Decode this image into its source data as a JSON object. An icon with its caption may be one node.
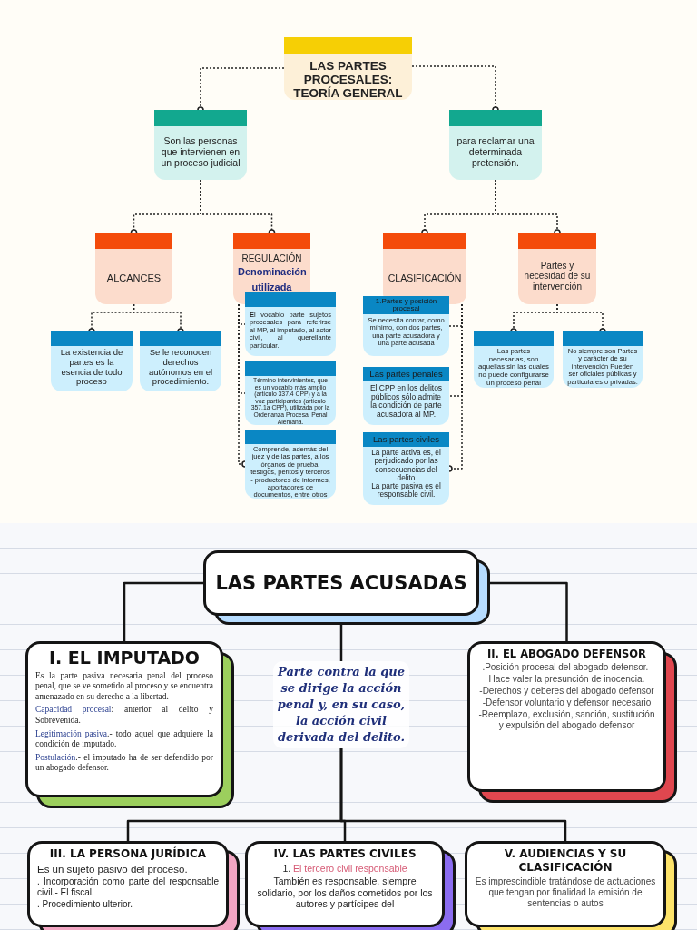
{
  "diagram": {
    "nodes": [
      {
        "text": [
          "LAS PARTES PROCESALES: TEORÍA GENERAL"
        ]
      },
      {
        "text": [
          "Son las personas que intervienen en un proceso judicial"
        ]
      },
      {
        "text": [
          "para reclamar una determinada pretensión."
        ]
      },
      {
        "text": [
          "ALCANCES"
        ]
      },
      {
        "text": [
          "REGULACIÓN",
          "Denominación utilizada"
        ]
      },
      {
        "text": [
          "CLASIFICACIÓN"
        ]
      },
      {
        "text": [
          "Partes y necesidad de su intervención"
        ]
      },
      {
        "text": [
          "La existencia de partes es la esencia de todo proceso"
        ]
      },
      {
        "text": [
          "Se le reconocen derechos autónomos en el procedimiento."
        ]
      },
      {
        "text": [
          "**E**l vocablo parte sujetos procesales para referirse al MP, al imputado, al actor civil, al querellante particular."
        ]
      },
      {
        "text": [
          "Término intervinientes, que es un vocablo más amplio (artículo 337.4 CPP) y a la voz participantes (artículo 357.1a CPP), utilizada por la Ordenanza Procesal Penal Alemana."
        ]
      },
      {
        "text": [
          "Comprende, además del juez y de las partes, a los órganos de prueba: testigos, peritos y terceros - productores de informes, aportadores de documentos, entre otros"
        ]
      },
      {
        "text": [
          "1.Partes y posición procesal",
          "Se necesita contar, como mínimo, con dos partes, una parte acusadora y una parte acusada"
        ]
      },
      {
        "text": [
          "Las partes penales",
          "El CPP en los delitos públicos sólo admite la condición de parte acusadora al MP."
        ]
      },
      {
        "text": [
          "Las partes civiles",
          "La parte activa es, el perjudicado por las consecuencias del delito",
          "La parte pasiva es el responsable civil."
        ]
      },
      {
        "text": [
          "Las partes necesarias, son aquellas sin las cuales no puede configurarse un proceso penal"
        ]
      },
      {
        "text": [
          "No siempre son Partes y carácter de su intervención Pueden ser oficiales públicas y particulares o privadas."
        ]
      },
      {
        "text": [
          "LAS PARTES ACUSADAS"
        ]
      },
      {
        "text": [
          "I. EL IMPUTADO",
          "Es la parte pasiva necesaria penal del proceso penal, que se ve sometido al proceso y se encuentra amenazado en su derecho a la libertad.",
          "**Capacidad procesal**: anterior al delito y Sobrevenida.",
          "**Legitimación pasiva**.- todo aquel que adquiere la condición de imputado.",
          "**Postulación**.- el imputado ha de ser defendido por un abogado defensor."
        ]
      },
      {
        "text": [
          "Parte contra la que se dirige la acción penal y, en su caso, la acción civil derivada del delito."
        ]
      },
      {
        "text": [
          "II. EL ABOGADO DEFENSOR",
          ".Posición procesal del abogado defensor.- Hace valer la presunción de inocencia.",
          "-Derechos y deberes del abogado defensor",
          "-Defensor voluntario y defensor necesario",
          "-Reemplazo, exclusión, sanción, sustitución y expulsión del abogado defensor"
        ]
      },
      {
        "text": [
          "III. LA PERSONA JURÍDICA",
          "Es un sujeto pasivo del proceso.",
          ". Incorporación como parte del responsable civil.- El fiscal.",
          ". Procedimiento ulterior."
        ]
      },
      {
        "text": [
          "IV. LAS PARTES CIVILES",
          "1. *El tercero civil responsable*",
          "También es responsable, siempre solidario, por los daños cometidos por los autores y partícipes del"
        ]
      },
      {
        "text": [
          "V. AUDIENCIAS Y SU CLASIFICACIÓN",
          "Es imprescindible tratándose de actuaciones que tengan por finalidad la emisión de sentencias o autos"
        ]
      }
    ],
    "edges": [
      {
        "from": 0,
        "to": 1,
        "arrow": "other",
        "style": "dashed"
      },
      {
        "from": 0,
        "to": 2,
        "arrow": "other",
        "style": "dashed"
      },
      {
        "from": 1,
        "to": 3,
        "arrow": "other",
        "style": "dashed"
      },
      {
        "from": 1,
        "to": 4,
        "arrow": "other",
        "style": "dashed"
      },
      {
        "from": 2,
        "to": 5,
        "arrow": "other",
        "style": "dashed"
      },
      {
        "from": 2,
        "to": 6,
        "arrow": "other",
        "style": "dashed"
      },
      {
        "from": 3,
        "to": 7,
        "arrow": "other",
        "style": "dashed"
      },
      {
        "from": 3,
        "to": 8,
        "arrow": "other",
        "style": "dashed"
      },
      {
        "from": 4,
        "to": 9,
        "arrow": "none",
        "style": "dashed"
      },
      {
        "from": 4,
        "to": 10,
        "arrow": "none",
        "style": "dashed"
      },
      {
        "from": 4,
        "to": 11,
        "arrow": "other",
        "style": "dashed"
      },
      {
        "from": 5,
        "to": 12,
        "arrow": "none",
        "style": "dashed"
      },
      {
        "from": 5,
        "to": 13,
        "arrow": "none",
        "style": "dashed"
      },
      {
        "from": 5,
        "to": 14,
        "arrow": "other",
        "style": "dashed"
      },
      {
        "from": 6,
        "to": 15,
        "arrow": "other",
        "style": "dashed"
      },
      {
        "from": 6,
        "to": 16,
        "arrow": "other",
        "style": "dashed"
      },
      {
        "from": 17,
        "to": 18,
        "arrow": "none"
      },
      {
        "from": 17,
        "to": 20,
        "arrow": "none"
      },
      {
        "from": 17,
        "to": 19,
        "arrow": "none"
      },
      {
        "from": 19,
        "to": 21,
        "arrow": "none"
      },
      {
        "from": 19,
        "to": 22,
        "arrow": "none"
      },
      {
        "from": 19,
        "to": 23,
        "arrow": "none"
      }
    ]
  }
}
